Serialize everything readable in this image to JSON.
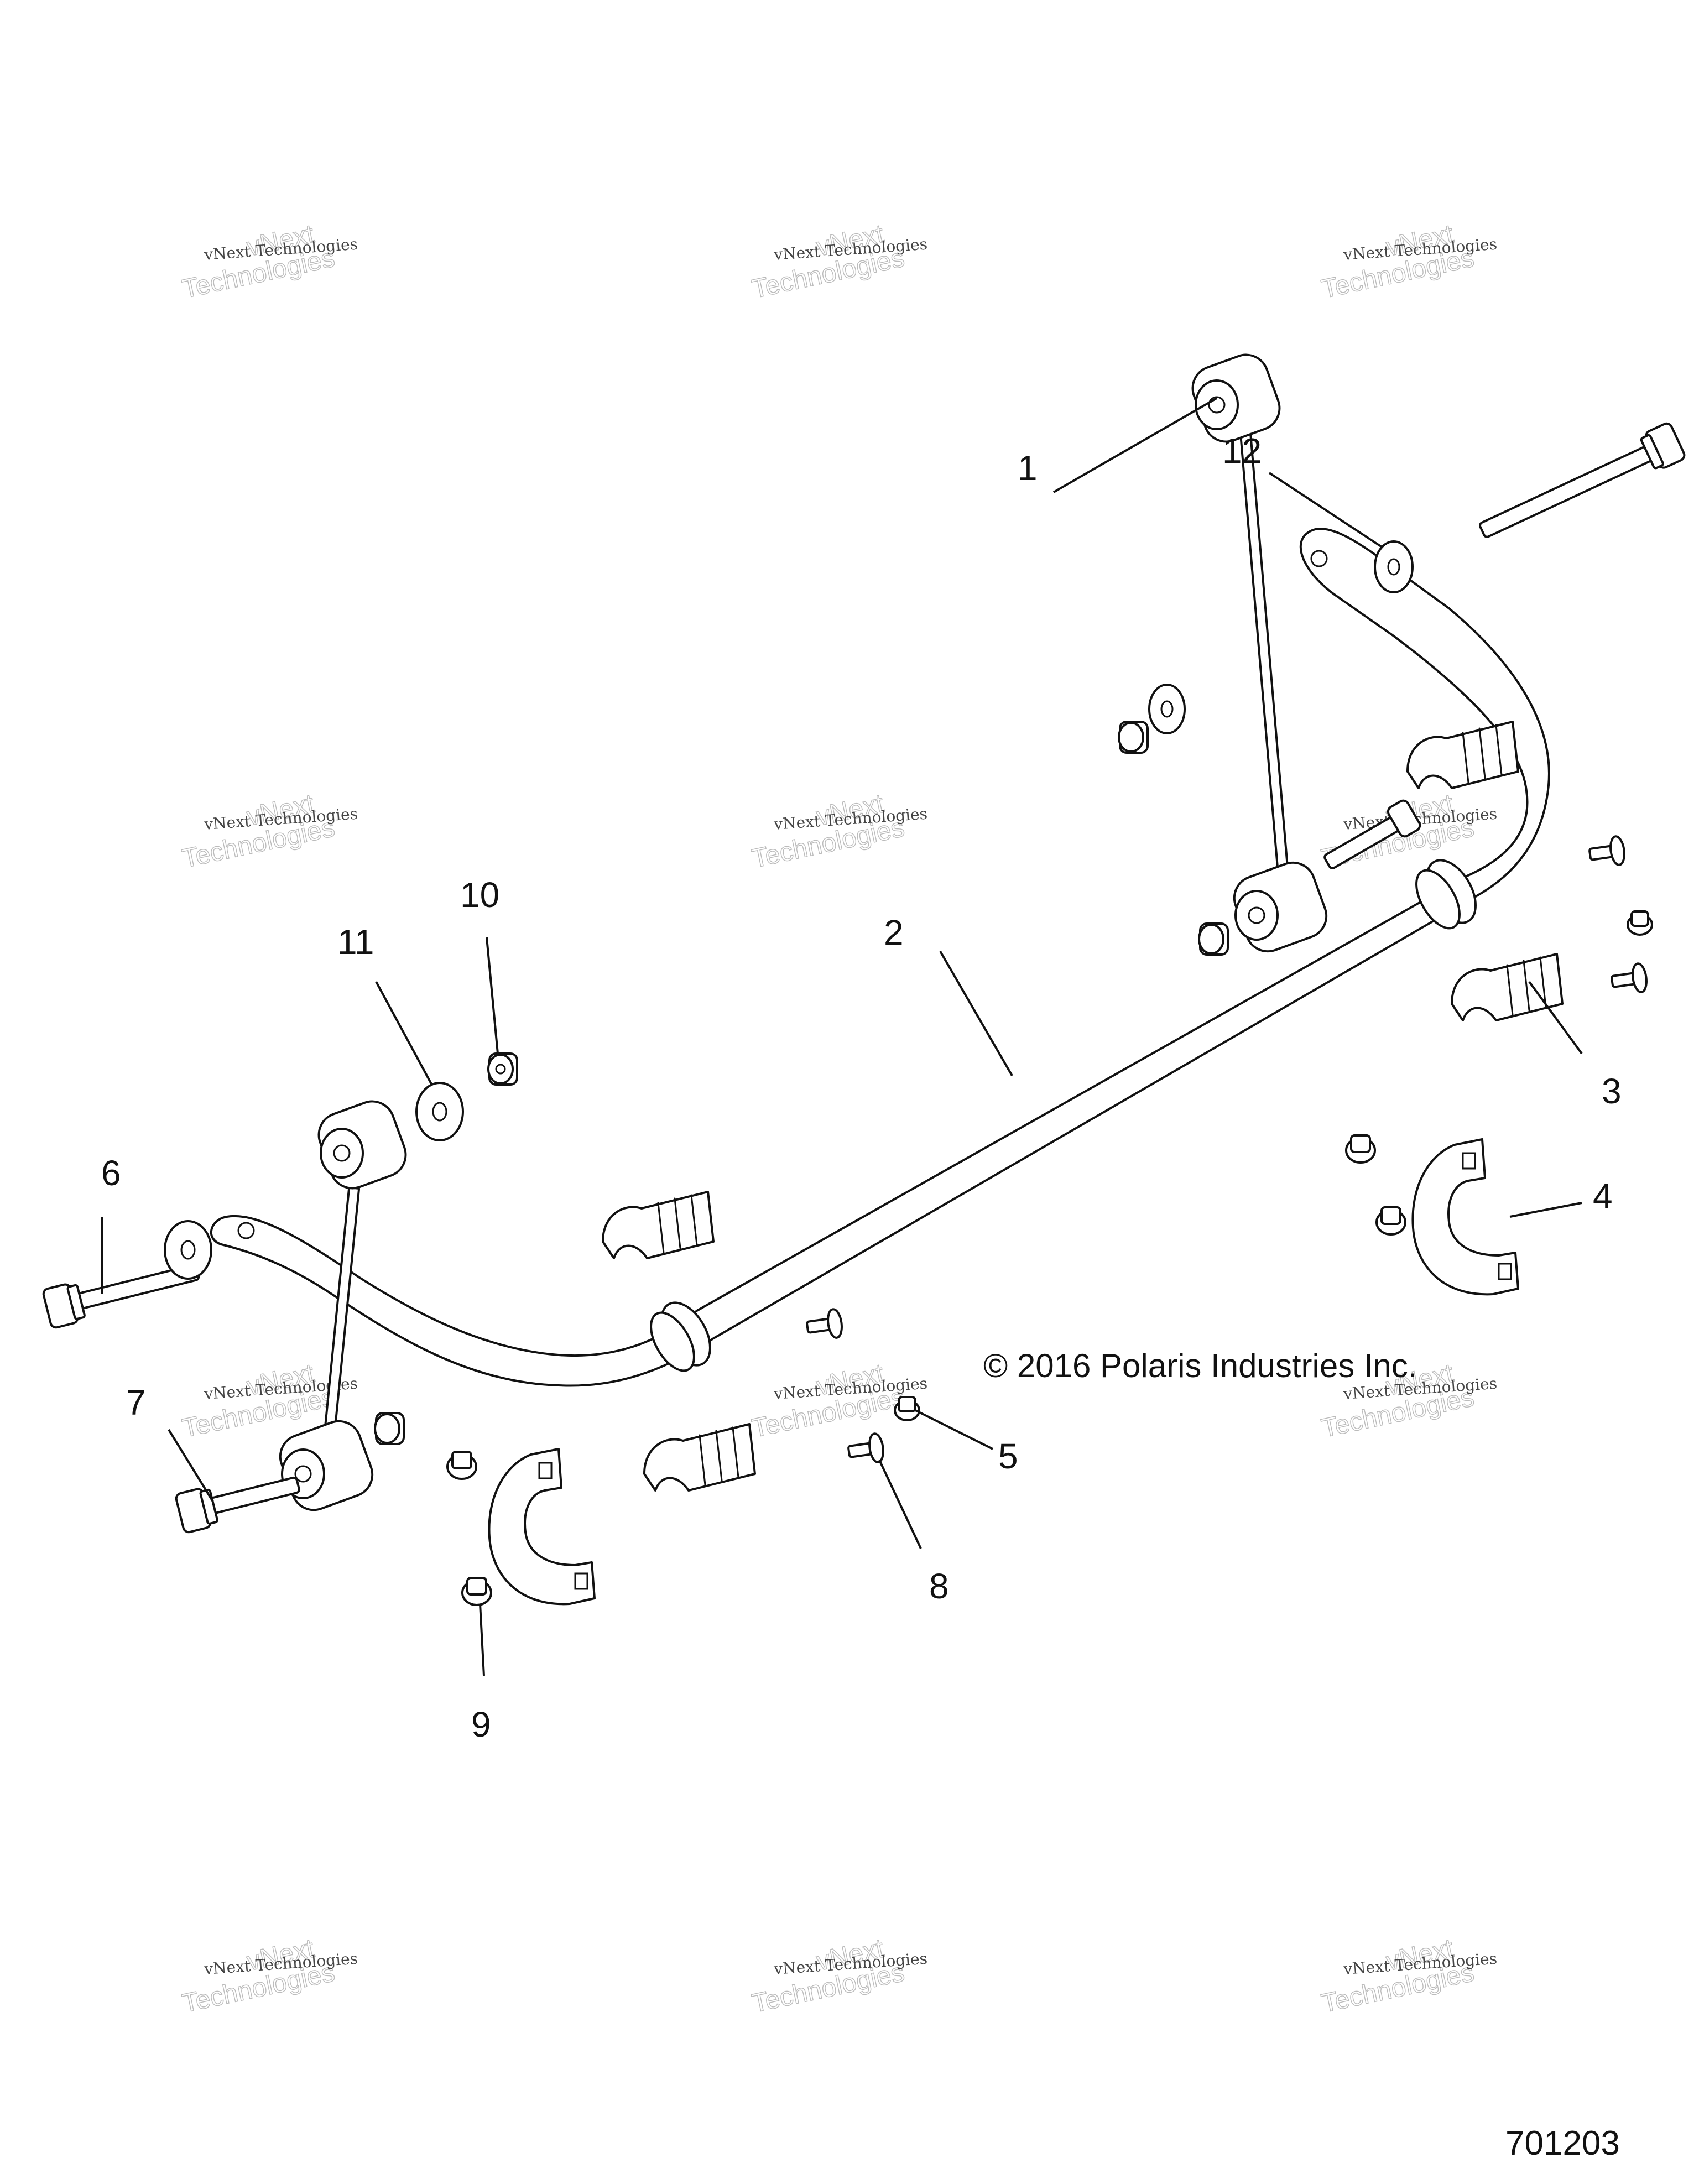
{
  "diagram": {
    "copyright": "© 2016 Polaris Industries Inc.",
    "drawing_number": "701203",
    "watermark": {
      "line1": "vNext Technologies",
      "line2": "vNext",
      "line3": "Technologies"
    },
    "callouts": {
      "c1": "1",
      "c2": "2",
      "c3": "3",
      "c4": "4",
      "c5": "5",
      "c6": "6",
      "c7": "7",
      "c8": "8",
      "c9": "9",
      "c10": "10",
      "c11": "11",
      "c12": "12"
    }
  }
}
